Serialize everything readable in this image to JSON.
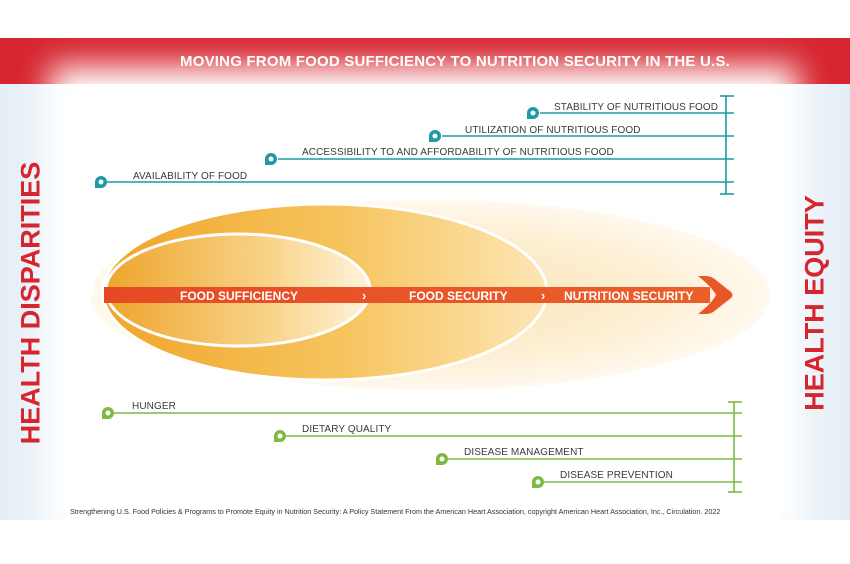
{
  "banner": {
    "title": "MOVING FROM FOOD SUFFICIENCY TO NUTRITION SECURITY IN THE U.S."
  },
  "side_left": {
    "label": "HEALTH DISPARITIES"
  },
  "side_right": {
    "label": "HEALTH EQUITY"
  },
  "food_dimensions": [
    {
      "label": "STABILITY OF NUTRITIOUS FOOD"
    },
    {
      "label": "UTILIZATION OF NUTRITIOUS FOOD"
    },
    {
      "label": "ACCESSIBILITY TO AND AFFORDABILITY OF NUTRITIOUS FOOD"
    },
    {
      "label": "AVAILABILITY OF FOOD"
    }
  ],
  "stages": [
    {
      "label": "FOOD SUFFICIENCY"
    },
    {
      "label": "FOOD SECURITY"
    },
    {
      "label": "NUTRITION SECURITY"
    }
  ],
  "health_outcomes": [
    {
      "label": "HUNGER"
    },
    {
      "label": "DIETARY QUALITY"
    },
    {
      "label": "DISEASE MANAGEMENT"
    },
    {
      "label": "DISEASE PREVENTION"
    }
  ],
  "caption": "Strengthening U.S. Food Policies & Programs to Promote Equity in Nutrition Security: A Policy Statement From the American Heart Association, copyright American Heart Association, Inc., Circulation. 2022",
  "colors": {
    "banner_red": "#d7252f",
    "teal": "#1d9aa8",
    "green": "#7cba43",
    "arrow_orange": "#e8562a",
    "gold": "#f3b233"
  }
}
